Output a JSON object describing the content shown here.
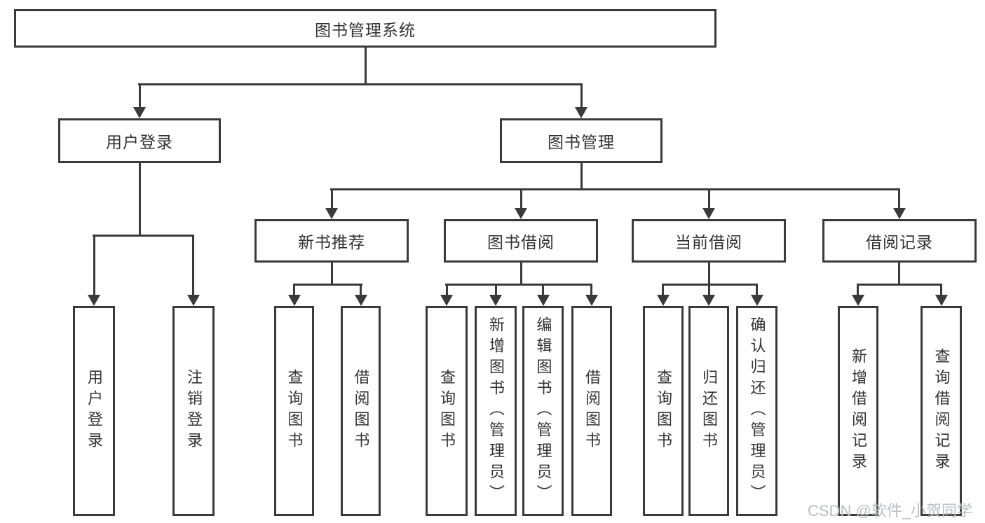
{
  "diagram": {
    "root_label": "图书管理系统",
    "level2": {
      "user_login": {
        "label": "用户登录",
        "children": [
          "用户登录",
          "注销登录"
        ]
      },
      "book_management": {
        "label": "图书管理"
      }
    },
    "level3": {
      "new_book_recommend": {
        "label": "新书推荐",
        "children": [
          "查询图书",
          "借阅图书"
        ]
      },
      "book_borrow": {
        "label": "图书借阅",
        "children": [
          "查询图书",
          "新增图书（管理员）",
          "编辑图书（管理员）",
          "借阅图书"
        ]
      },
      "current_borrow": {
        "label": "当前借阅",
        "children": [
          "查询图书",
          "归还图书",
          "确认归还（管理员）"
        ]
      },
      "borrow_record": {
        "label": "借阅记录",
        "children": [
          "新增借阅记录",
          "查询借阅记录"
        ]
      }
    }
  },
  "watermark": {
    "text": "CSDN @软件_小贺同学"
  },
  "colors": {
    "line": "#3a3a3a",
    "text": "#333333",
    "watermark": "#b7bbc2",
    "background": "#ffffff"
  }
}
